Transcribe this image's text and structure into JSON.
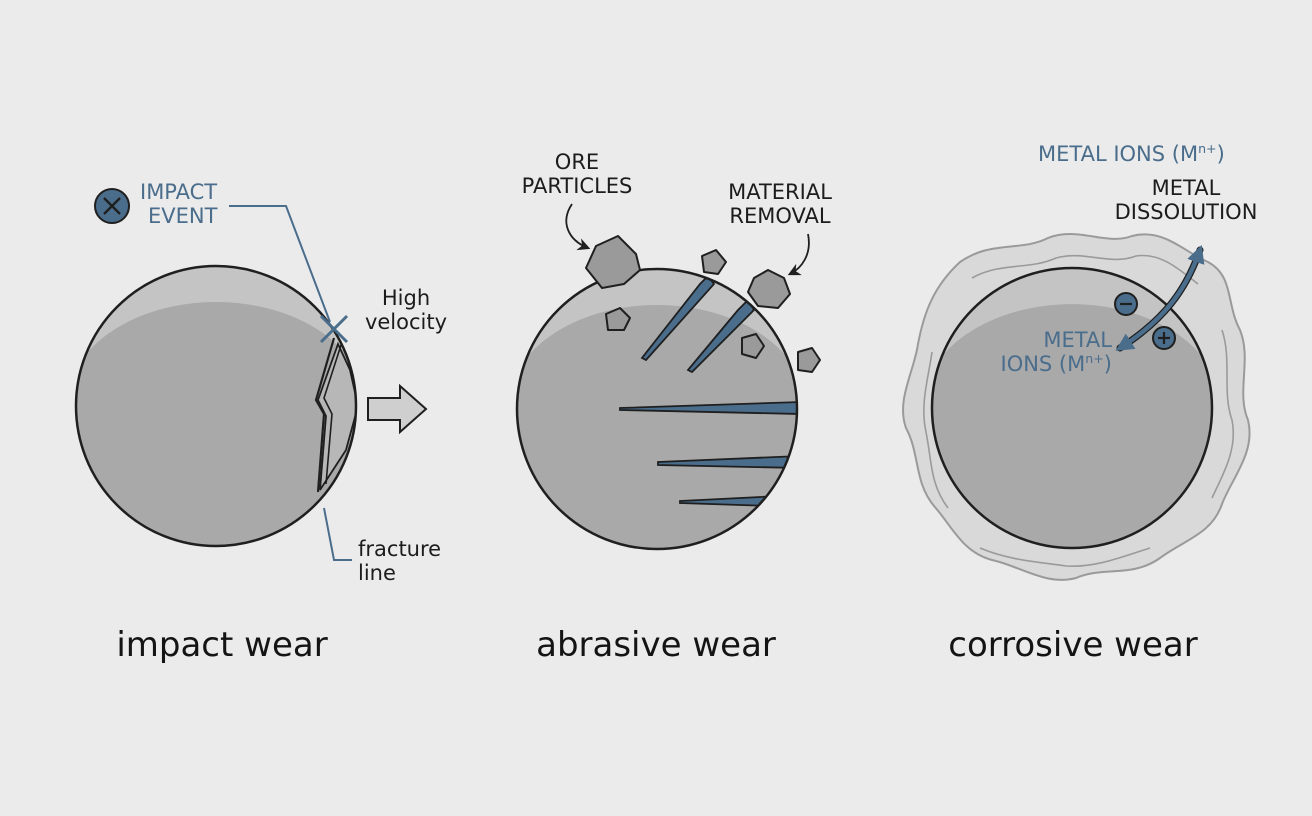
{
  "panels": [
    {
      "caption": "impact wear",
      "labels": {
        "impact_event_line1": "IMPACT",
        "impact_event_line2": "EVENT",
        "velocity_line1": "High",
        "velocity_line2": "velocity",
        "fracture_line1": "fracture",
        "fracture_line2": "line"
      }
    },
    {
      "caption": "abrasive wear",
      "labels": {
        "particles_line1": "ORE",
        "particles_line2": "PARTICLES",
        "removal_line1": "MATERIAL",
        "removal_line2": "REMOVAL"
      }
    },
    {
      "caption": "corrosive wear",
      "labels": {
        "ions_top": "METAL IONS (M",
        "ions_top_sup": "n+",
        "ions_top_close": ")",
        "dissolution_line1": "METAL",
        "dissolution_line2": "DISSOLUTION",
        "ions_inner_line1": "METAL",
        "ions_inner_line2": "IONS (M",
        "ions_inner_sup": "n+",
        "ions_inner_close": ")"
      }
    }
  ],
  "colors": {
    "background": "#ebebeb",
    "accent_blue": "#4a6d8c",
    "sphere_light": "#c4c4c4",
    "sphere_shadow": "#a9a9a9",
    "outline": "#1f1f1f"
  }
}
